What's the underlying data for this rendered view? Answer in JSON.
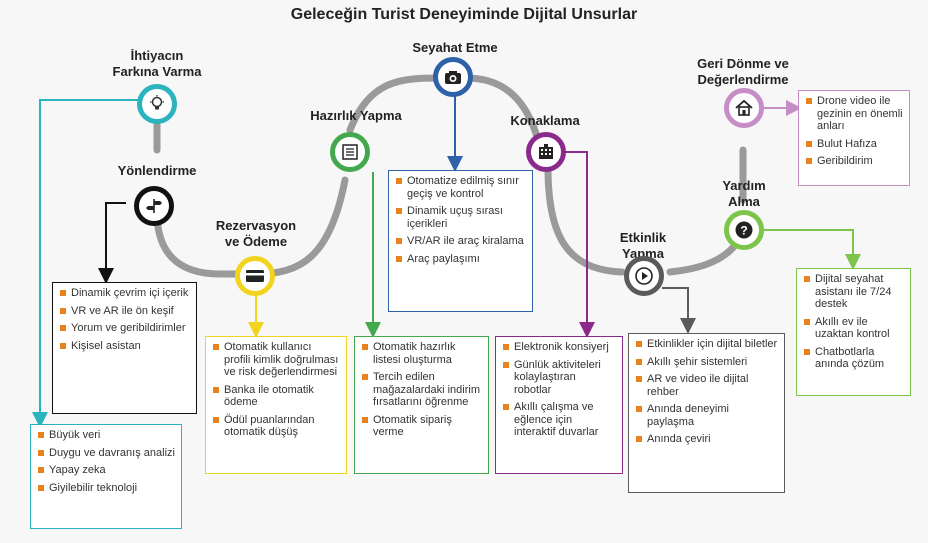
{
  "title": "Geleceğin Turist Deneyiminde Dijital Unsurlar",
  "colors": {
    "path": "#9a9a9a",
    "teal": "#2bb3be",
    "black": "#111111",
    "yellow": "#f2d41f",
    "green": "#43a84e",
    "blue": "#2e62a8",
    "purple": "#8a2b8c",
    "darkgray": "#5a5a5a",
    "lightgreen": "#7dc44b",
    "pink": "#c58ec6",
    "bullet": "#e8821e"
  },
  "stages": [
    {
      "key": "ihtiyac",
      "label_line1": "İhtiyacın",
      "label_line2": "Farkına Varma",
      "icon": "lightbulb-icon"
    },
    {
      "key": "yonlendirme",
      "label_line1": "Yönlendirme",
      "label_line2": "",
      "icon": "signpost-icon"
    },
    {
      "key": "rezervasyon",
      "label_line1": "Rezervasyon",
      "label_line2": "ve Ödeme",
      "icon": "credit-card-icon"
    },
    {
      "key": "hazirlik",
      "label_line1": "Hazırlık Yapma",
      "label_line2": "",
      "icon": "checklist-icon"
    },
    {
      "key": "seyahat",
      "label_line1": "Seyahat Etme",
      "label_line2": "",
      "icon": "camera-icon"
    },
    {
      "key": "konaklama",
      "label_line1": "Konaklama",
      "label_line2": "",
      "icon": "hotel-icon"
    },
    {
      "key": "etkinlik",
      "label_line1": "Etkinlik",
      "label_line2": "Yapma",
      "icon": "play-icon"
    },
    {
      "key": "yardim",
      "label_line1": "Yardım",
      "label_line2": "Alma",
      "icon": "question-icon"
    },
    {
      "key": "geri",
      "label_line1": "Geri Dönme ve",
      "label_line2": "Değerlendirme",
      "icon": "home-icon"
    }
  ],
  "boxes": {
    "buyuk_veri": [
      "Büyük veri",
      "Duygu ve davranış analizi",
      "Yapay zeka",
      "Giyilebilir teknoloji"
    ],
    "yonlendirme": [
      "Dinamik çevrim içi içerik",
      "VR ve AR ile ön keşif",
      "Yorum ve geribildirimler",
      "Kişisel asistan"
    ],
    "rezervasyon": [
      "Otomatik kullanıcı profili kimlik doğrulması ve risk değerlendirmesi",
      "Banka ile otomatik ödeme",
      "Ödül puanlarından otomatik düşüş"
    ],
    "hazirlik": [
      "Otomatik hazırlık listesi oluşturma",
      "Tercih edilen mağazalardaki indirim fırsatlarını öğrenme",
      "Otomatik sipariş verme"
    ],
    "seyahat": [
      "Otomatize edilmiş sınır geçiş ve kontrol",
      "Dinamik uçuş sırası içerikleri",
      "VR/AR ile araç kiralama",
      "Araç paylaşımı"
    ],
    "konaklama": [
      "Elektronik konsiyerj",
      "Günlük aktiviteleri kolaylaştıran robotlar",
      "Akıllı çalışma ve eğlence için interaktif duvarlar"
    ],
    "etkinlik": [
      "Etkinlikler için dijital biletler",
      "Akıllı şehir sistemleri",
      "AR ve video ile dijital rehber",
      "Anında deneyimi paylaşma",
      "Anında çeviri"
    ],
    "yardim": [
      "Dijital seyahat asistanı ile 7/24 destek",
      "Akıllı ev ile uzaktan kontrol",
      "Chatbotlarla anında çözüm"
    ],
    "geri": [
      "Drone video ile gezinin en önemli anları",
      "Bulut Hafıza",
      "Geribildirim"
    ]
  }
}
